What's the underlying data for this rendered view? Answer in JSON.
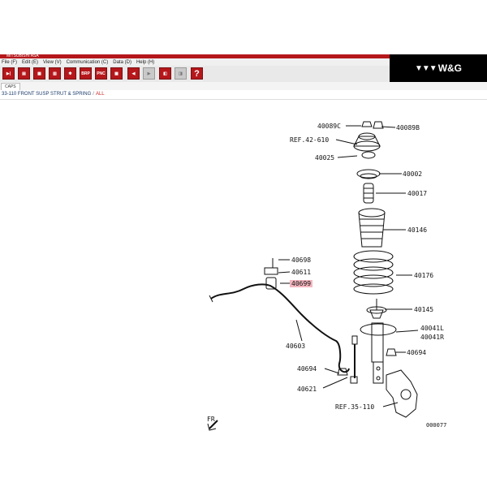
{
  "app": {
    "title": "MITSUBISHI ASA"
  },
  "menu": [
    "File (F)",
    "Edit (E)",
    "View (V)",
    "Communication (C)",
    "Data (D)",
    "Help (H)"
  ],
  "toolbar": [
    {
      "label": "▶|",
      "icon": "exit-icon"
    },
    {
      "label": "▤",
      "icon": "save-icon"
    },
    {
      "label": "▦",
      "icon": "print-icon"
    },
    {
      "label": "▥",
      "icon": "document-icon"
    },
    {
      "label": "✱",
      "icon": "settings-icon"
    },
    {
      "label": "BRP",
      "icon": "brp-icon"
    },
    {
      "label": "PNC",
      "icon": "pnc-icon"
    },
    {
      "label": "▦",
      "icon": "grid-icon"
    },
    {
      "label": "◀",
      "icon": "back-icon"
    },
    {
      "label": "▶",
      "icon": "forward-icon"
    },
    {
      "label": "◧",
      "icon": "copy-icon"
    },
    {
      "label": "◨",
      "icon": "paste-icon"
    },
    {
      "label": "?",
      "icon": "help-icon"
    }
  ],
  "brand": {
    "mark": "▼▼▼",
    "name": "W&G"
  },
  "tab": {
    "label": "CAPS"
  },
  "breadcrumb": {
    "section": "33-110  FRONT SUSP STRUT & SPRING",
    "separator": "/",
    "current": "ALL"
  },
  "diagram": {
    "figure_id": "000077",
    "direction_label": "FR",
    "highlight_color": "#f4b6bf",
    "labels": {
      "p40089c": "40089C",
      "p40089b": "40089B",
      "ref42": "REF.42-610",
      "p40025": "40025",
      "p40002": "40002",
      "p40017": "40017",
      "p40146": "40146",
      "p40698": "40698",
      "p40611": "40611",
      "p40699": "40699",
      "p40176": "40176",
      "p40145": "40145",
      "p40603": "40603",
      "p40041l": "40041L",
      "p40041r": "40041R",
      "p40694a": "40694",
      "p40694b": "40694",
      "p40621": "40621",
      "ref35": "REF.35-110"
    }
  }
}
